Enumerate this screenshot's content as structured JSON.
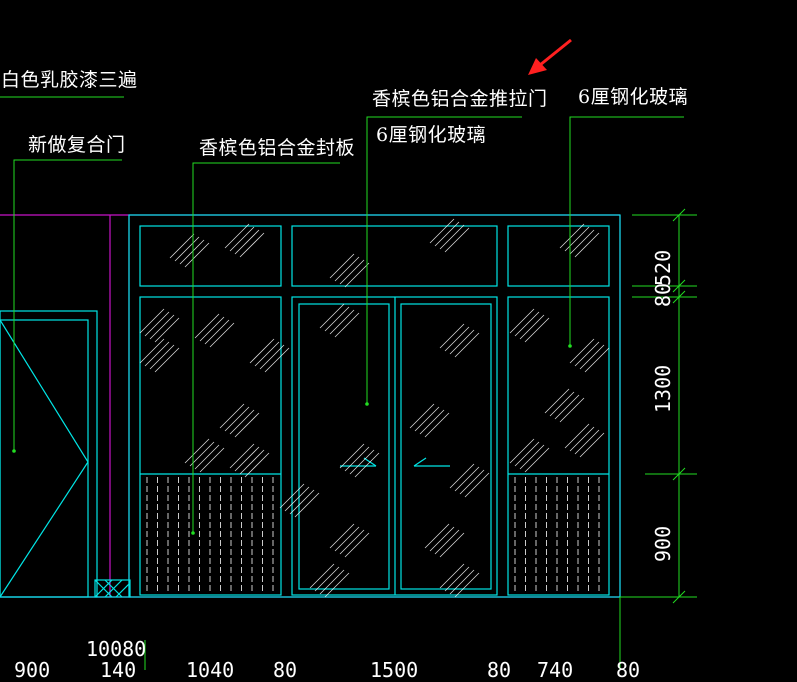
{
  "annotations": {
    "wall_finish": "白色乳胶漆三遍",
    "new_door": "新做复合门",
    "cladding": "香槟色铝合金封板",
    "sliding_door": "香槟色铝合金推拉门",
    "glass_left": "6厘钢化玻璃",
    "glass_right": "6厘钢化玻璃"
  },
  "dimensions": {
    "vertical": [
      "520",
      "80",
      "1300",
      "900"
    ],
    "horizontal_top": [
      "10080"
    ],
    "horizontal_bottom": [
      "900",
      "140",
      "1040",
      "80",
      "1500",
      "80",
      "740",
      "80"
    ]
  },
  "colors": {
    "background": "#000000",
    "frame": "#00e5e5",
    "leader": "#22dd22",
    "wall": "#c814c8",
    "text": "#ffffff",
    "arrow": "#ff2020"
  }
}
